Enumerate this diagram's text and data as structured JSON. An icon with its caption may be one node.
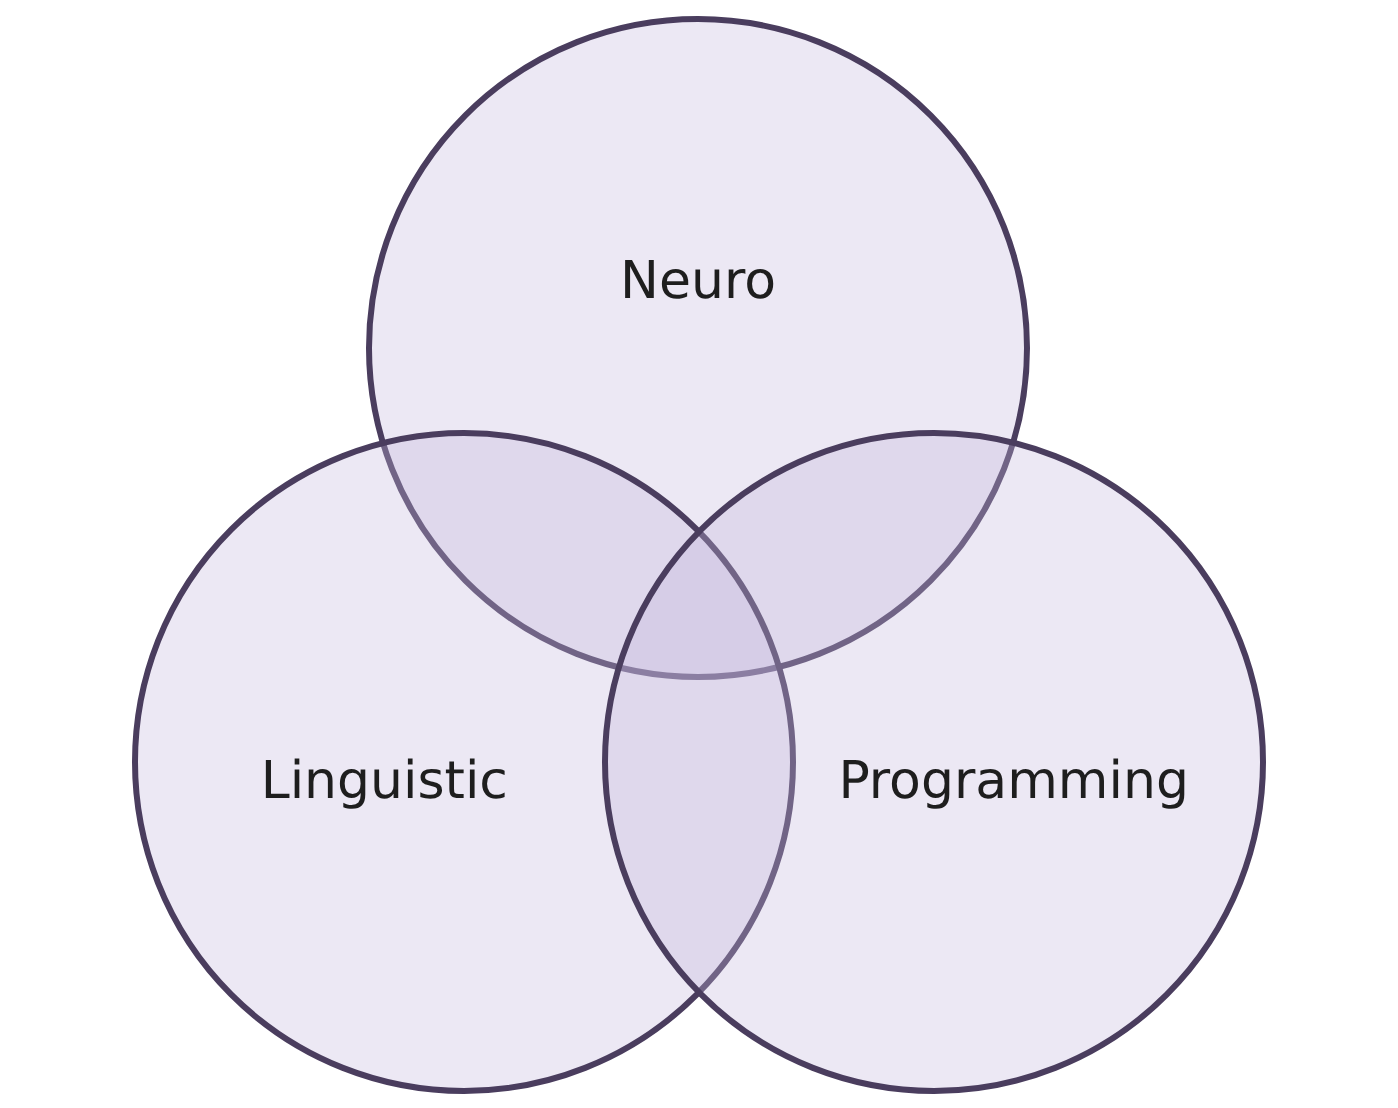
{
  "diagram": {
    "nodes": [
      {
        "text": [
          "Neuro"
        ]
      },
      {
        "text": [
          "Linguistic"
        ]
      },
      {
        "text": [
          "Programming"
        ]
      }
    ],
    "edges": []
  }
}
